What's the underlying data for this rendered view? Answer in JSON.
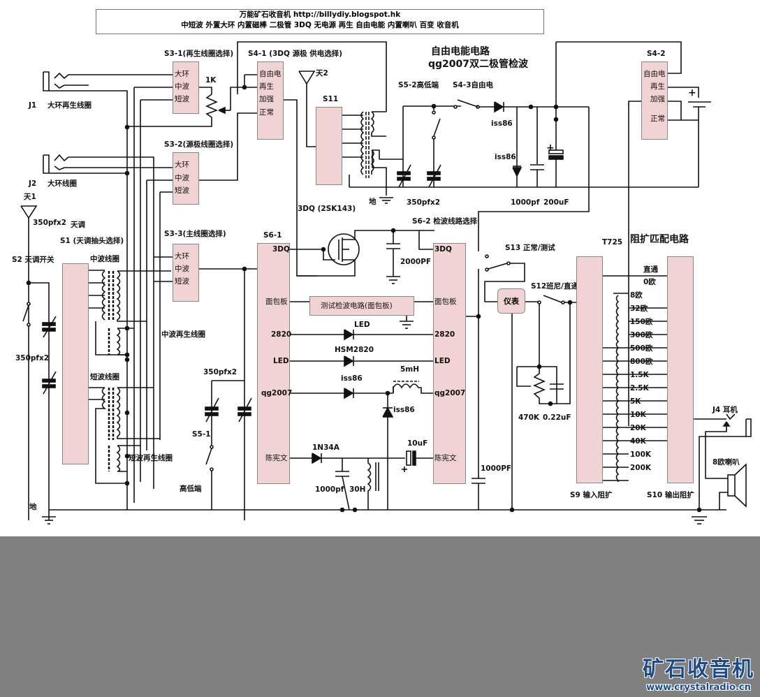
{
  "title": {
    "line1": "万能矿石收音机 http://billydiy.blogspot.hk",
    "line2": "中短波 外置大环 内置磁棒 二极管 3DQ 无电源 再生 自由电能 内置喇叭 百变 收音机"
  },
  "section_titles": {
    "free_energy": "自由电能电路",
    "dual_diode": "qg2007双二极管检波",
    "impedance": "阻扩匹配电路"
  },
  "jacks": {
    "j1": {
      "id": "J1",
      "label": "大环再生线圈"
    },
    "j2": {
      "id": "J2",
      "label": "大环线圈"
    },
    "j4": {
      "label": "J4 耳机"
    }
  },
  "antennas": {
    "a1": "天1",
    "a2": "天2"
  },
  "switches": {
    "s3_1": {
      "title": "S3-1(再生线圈选择)",
      "positions": [
        "大环",
        "中波",
        "短波"
      ]
    },
    "s3_2": {
      "title": "S3-2(源极线圈选择)",
      "positions": [
        "大环",
        "中波",
        "短波"
      ]
    },
    "s3_3": {
      "title": "S3-3(主线圈选择)",
      "positions": [
        "大环",
        "中波",
        "短波"
      ]
    },
    "s4_1": {
      "title": "S4-1 (3DQ 源极 供电选择)",
      "positions": [
        "自由电",
        "再生",
        "加强",
        "正常"
      ]
    },
    "s4_2": {
      "title": "S4-2",
      "positions": [
        "自由电",
        "再生",
        "加强",
        "正常"
      ]
    },
    "s11": {
      "title": "S11"
    },
    "s1": {
      "title": "S1 (天调抽头选择)"
    },
    "s2": {
      "title": "S2 天调开关"
    },
    "s5_1": {
      "title": "S5-1",
      "label": "高低端"
    },
    "s5_2": {
      "title": "S5-2高低端"
    },
    "s4_3": {
      "title": "S4-3自由电"
    },
    "s6_1": {
      "title": "S6-1",
      "positions": [
        "3DQ",
        "面包板",
        "2820",
        "LED",
        "qg2007",
        "陈宪文"
      ]
    },
    "s6_2": {
      "title": "S6-2 检波线路选择",
      "positions": [
        "3DQ",
        "面包板",
        "2820",
        "LED",
        "qg2007",
        "陈宪文"
      ]
    },
    "s13": {
      "title": "S13 正常/测试"
    },
    "s12": {
      "title": "S12班尼/直通"
    },
    "s9": {
      "title": "S9 输入阻扩"
    },
    "s10": {
      "title": "S10 输出阻扩"
    }
  },
  "components": {
    "pot_1k": "1K",
    "cap_350_tune": "350pfx2",
    "tune_label": "天调",
    "cap_350_left": "350pfx2",
    "cap_350_mid": "350pfx2",
    "cap_350_fe": "350pfx2",
    "mw_coil": "中波线圈",
    "mw_regen_coil": "中波再生线圈",
    "sw_coil": "短波线圈",
    "sw_regen_coil": "短波再生线圈",
    "ground": "地",
    "ground2": "地",
    "fet": "3DQ (2SK143)",
    "cap_2000": "2000PF",
    "test_circuit": "测试检波电路(面包板)",
    "led": "LED",
    "hsm": "HSM2820",
    "iss86_a": "iss86",
    "iss86_b": "iss86",
    "iss86_fe1": "iss86",
    "iss86_fe2": "iss86",
    "inductor_5mh": "5mH",
    "diode_1n34a": "1N34A",
    "cap_10uf": "10uF",
    "cap_1000pf_det": "1000pf",
    "inductor_30h": "30H",
    "cap_1000pf_fe": "1000pf",
    "cap_200uf": "200uF",
    "cap_1000PF_out": "1000PF",
    "meter": "仪表",
    "res_470k": "470K",
    "cap_022": "0.22uF",
    "t725": "T725",
    "speaker": "8欧喇叭"
  },
  "impedance_taps": {
    "direct": "直通",
    "taps": [
      "0欧",
      "8欧",
      "32欧",
      "150欧",
      "300欧",
      "500欧",
      "800欧",
      "1.5K",
      "2.5K",
      "5K",
      "10K",
      "20K",
      "40K",
      "100K",
      "200K"
    ]
  },
  "logo": {
    "cn": "矿石收音机",
    "url": "www.crystalradio.cn",
    "color": "#1b4a8a"
  },
  "colors": {
    "box_fill": "#f1d3d3",
    "bottom_gray": "#808080"
  }
}
